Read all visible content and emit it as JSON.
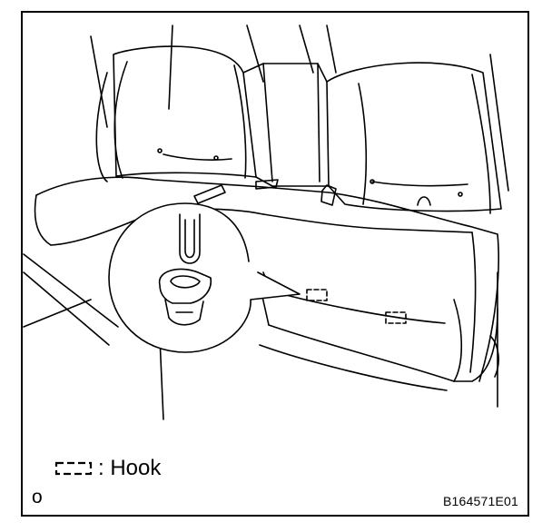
{
  "legend": {
    "symbol": "hook-symbol-icon",
    "label": ": Hook"
  },
  "corner_mark": "o",
  "figure_id": "B164571E01",
  "colors": {
    "line": "#000000",
    "background": "#ffffff"
  }
}
